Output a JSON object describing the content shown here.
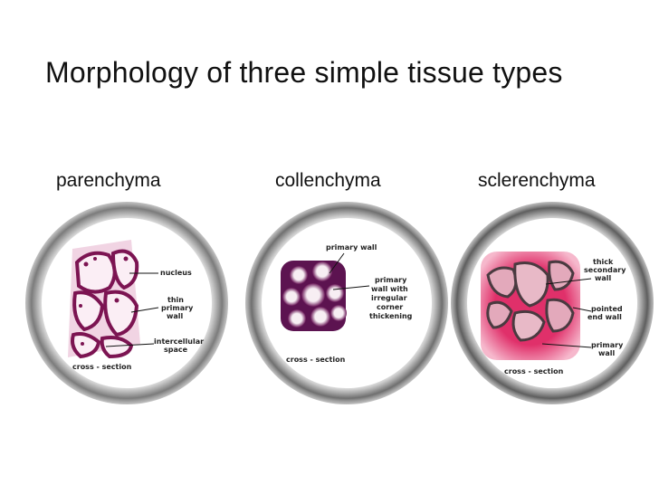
{
  "title": "Morphology of three simple tissue types",
  "tissues": [
    {
      "name": "parenchyma",
      "annotations": {
        "nucleus": "nucleus",
        "thin_line1": "thin",
        "thin_line2": "primary",
        "thin_line3": "wall",
        "inter_line1": "intercellular",
        "inter_line2": "space",
        "section": "cross - section"
      }
    },
    {
      "name": "collenchyma",
      "annotations": {
        "primary_wall": "primary wall",
        "irr_line1": "primary",
        "irr_line2": "wall with",
        "irr_line3": "irregular",
        "irr_line4": "corner",
        "irr_line5": "thickening",
        "section": "cross - section"
      }
    },
    {
      "name": "sclerenchyma",
      "annotations": {
        "thick_line1": "thick",
        "thick_line2": "secondary",
        "thick_line3": "wall",
        "pointed_line1": "pointed",
        "pointed_line2": "end wall",
        "primary_line1": "primary",
        "primary_line2": "wall",
        "section": "cross - section"
      }
    }
  ],
  "colors": {
    "frame_gray": "#8a8a8a",
    "cell_wall_magenta": "#8a1a5a",
    "cell_fill_pink": "#f4d8e6",
    "sclerenchyma_red": "#e0306a"
  }
}
